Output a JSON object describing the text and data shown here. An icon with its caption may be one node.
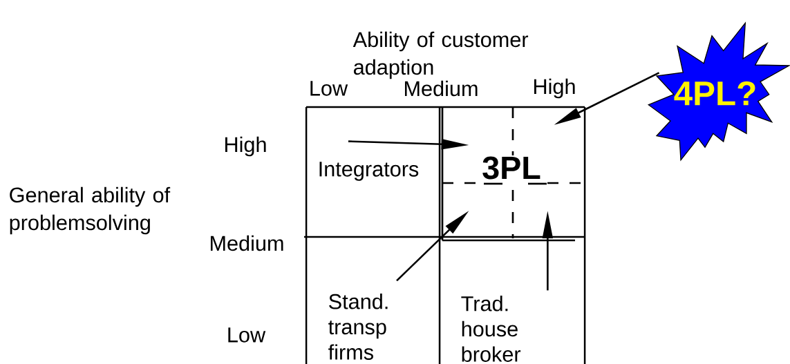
{
  "diagram": {
    "nodes": [
      {
        "text": [
          "Integrators"
        ]
      },
      {
        "text": [
          "3PL"
        ]
      },
      {
        "text": [
          "Stand. transp firms"
        ]
      },
      {
        "text": [
          "Trad. house broker"
        ]
      },
      {
        "text": [
          "4PL?"
        ]
      }
    ],
    "edges": [
      {
        "from": 0,
        "to": 1,
        "arrow": "to"
      },
      {
        "from": 2,
        "to": 1,
        "arrow": "to"
      },
      {
        "from": 3,
        "to": 1,
        "arrow": "to"
      },
      {
        "from": 4,
        "to": 1,
        "arrow": "to"
      }
    ],
    "labels": [
      "Ability of customer adaption",
      "Low",
      "Medium",
      "High",
      "High",
      "General ability of problemsolving",
      "Medium",
      "Low"
    ]
  }
}
